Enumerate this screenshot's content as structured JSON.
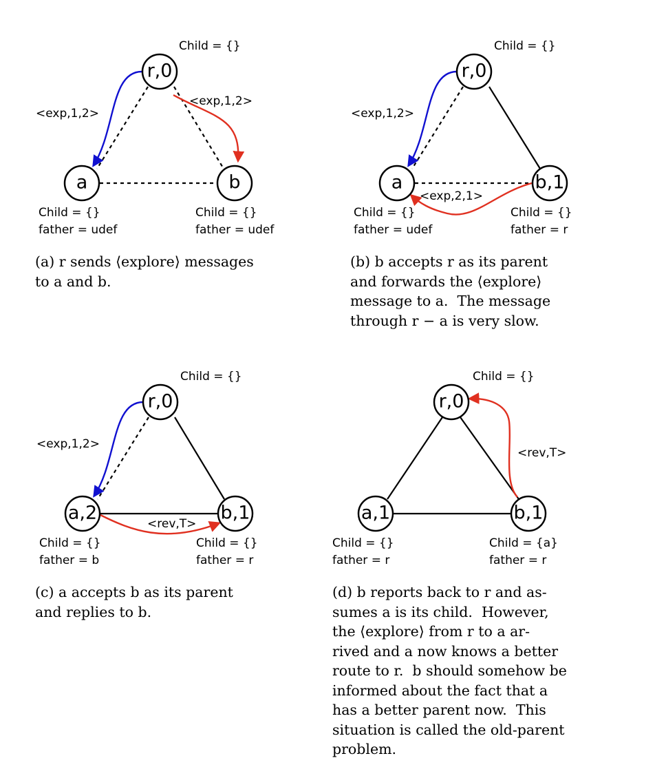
{
  "colors": {
    "explore_arrow": "#1010d0",
    "reply_arrow": "#e03020",
    "edge": "#000000"
  },
  "panels": {
    "a": {
      "nodes": {
        "r": "r,0",
        "a": "a",
        "b": "b"
      },
      "child_r": "Child = {}",
      "a_child": "Child = {}",
      "a_father": "father = udef",
      "b_child": "Child = {}",
      "b_father": "father = udef",
      "msg_blue": "<exp,1,2>",
      "msg_red": "<exp,1,2>",
      "caption": [
        "(a) r sends ⟨explore⟩ messages",
        "to a and b."
      ]
    },
    "b": {
      "nodes": {
        "r": "r,0",
        "a": "a",
        "b": "b,1"
      },
      "child_r": "Child = {}",
      "a_child": "Child = {}",
      "a_father": "father = udef",
      "b_child": "Child = {}",
      "b_father": "father = r",
      "msg_blue": "<exp,1,2>",
      "msg_red": "<exp,2,1>",
      "caption": [
        "(b) b accepts r as its parent",
        "and forwards the ⟨explore⟩",
        "message to a.  The message",
        "through r − a is very slow."
      ]
    },
    "c": {
      "nodes": {
        "r": "r,0",
        "a": "a,2",
        "b": "b,1"
      },
      "child_r": "Child = {}",
      "a_child": "Child = {}",
      "a_father": "father = b",
      "b_child": "Child = {}",
      "b_father": "father = r",
      "msg_blue": "<exp,1,2>",
      "msg_red": "<rev,T>",
      "caption": [
        "(c) a accepts b as its parent",
        "and replies to b."
      ]
    },
    "d": {
      "nodes": {
        "r": "r,0",
        "a": "a,1",
        "b": "b,1"
      },
      "child_r": "Child = {}",
      "a_child": "Child = {}",
      "a_father": "father = r",
      "b_child": "Child = {a}",
      "b_father": "father = r",
      "msg_red": "<rev,T>",
      "caption": [
        "(d) b reports back to r and as-",
        "sumes a is its child.  However,",
        "the ⟨explore⟩ from r to a ar-",
        "rived and a now knows a better",
        "route to r.  b should somehow be",
        "informed about the fact that a",
        "has a better parent now.  This",
        "situation is called the old-parent",
        "problem."
      ]
    }
  }
}
